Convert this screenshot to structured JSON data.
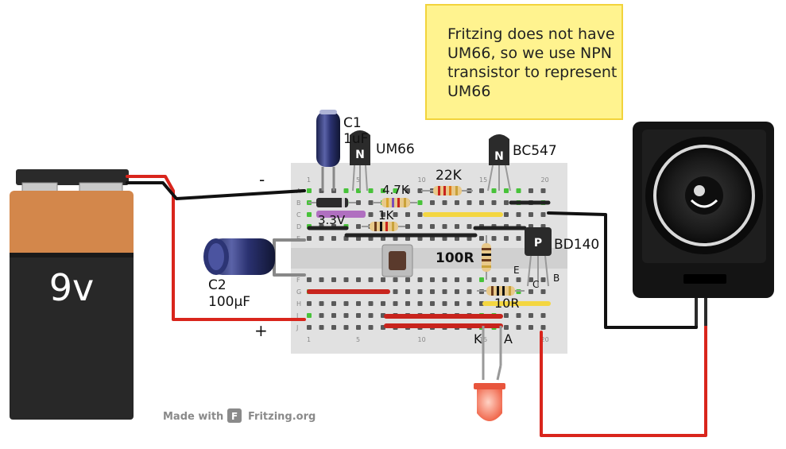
{
  "note": {
    "lines": [
      "Fritzing does not have",
      "UM66, so we use NPN",
      "transistor to represent",
      "UM66"
    ]
  },
  "battery": {
    "label": "9v"
  },
  "polarity": {
    "minus": "-",
    "plus": "+"
  },
  "components": {
    "c1": {
      "name": "C1",
      "value": "1uF"
    },
    "um66": {
      "label": "UM66"
    },
    "bc547": {
      "label": "BC547"
    },
    "bd140": {
      "label": "BD140"
    },
    "r22k": {
      "label": "22K"
    },
    "r47k": {
      "label": "4.7K"
    },
    "r1k": {
      "label": "1K"
    },
    "r100": {
      "label": "100R"
    },
    "r10": {
      "label": "10R"
    },
    "zener": {
      "label": "3.3V"
    },
    "c2": {
      "name": "C2",
      "value": "100µF"
    },
    "led": {
      "cathode": "K",
      "anode": "A"
    },
    "bd140_pins": {
      "e": "E",
      "c": "C",
      "b": "B"
    }
  },
  "breadboard": {
    "rows": [
      "A",
      "B",
      "C",
      "D",
      "E",
      "F",
      "G",
      "H",
      "I",
      "J"
    ],
    "cols_top": [
      "1",
      "5",
      "10",
      "15",
      "20"
    ],
    "cols_bottom": [
      "1",
      "5",
      "10",
      "15",
      "20"
    ]
  },
  "footer": {
    "made_with": "Made with",
    "brand": "Fritzing.org"
  },
  "colors": {
    "wire_red": "#d9251c",
    "wire_black": "#111111",
    "note_bg": "#fff38f",
    "board": "#e1e1e1"
  }
}
